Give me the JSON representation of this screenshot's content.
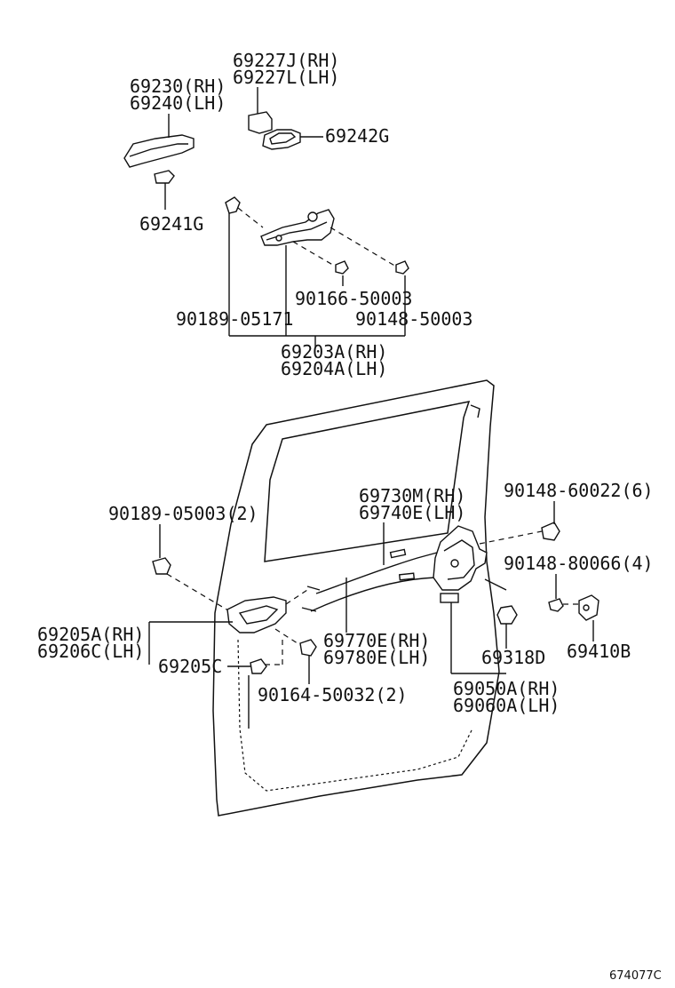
{
  "labels": {
    "p69227j": "69227J(RH)",
    "p69227l": "69227L(LH)",
    "p69230": "69230(RH)",
    "p69240": "69240(LH)",
    "p69242g": "69242G",
    "p69241g": "69241G",
    "p90166": "90166-50003",
    "p90189_05171": "90189-05171",
    "p90148_50003": "90148-50003",
    "p69203a": "69203A(RH)",
    "p69204a": "69204A(LH)",
    "p69730m": "69730M(RH)",
    "p69740e": "69740E(LH)",
    "p90148_60022": "90148-60022(6)",
    "p90189_05003": "90189-05003(2)",
    "p90148_80066": "90148-80066(4)",
    "p69205a": "69205A(RH)",
    "p69206c": "69206C(LH)",
    "p69770e": "69770E(RH)",
    "p69780e": "69780E(LH)",
    "p69318d": "69318D",
    "p69410b": "69410B",
    "p69205c": "69205C",
    "p90164": "90164-50032(2)",
    "p69050a": "69050A(RH)",
    "p69060a": "69060A(LH)"
  },
  "figure_ref": "674077C"
}
